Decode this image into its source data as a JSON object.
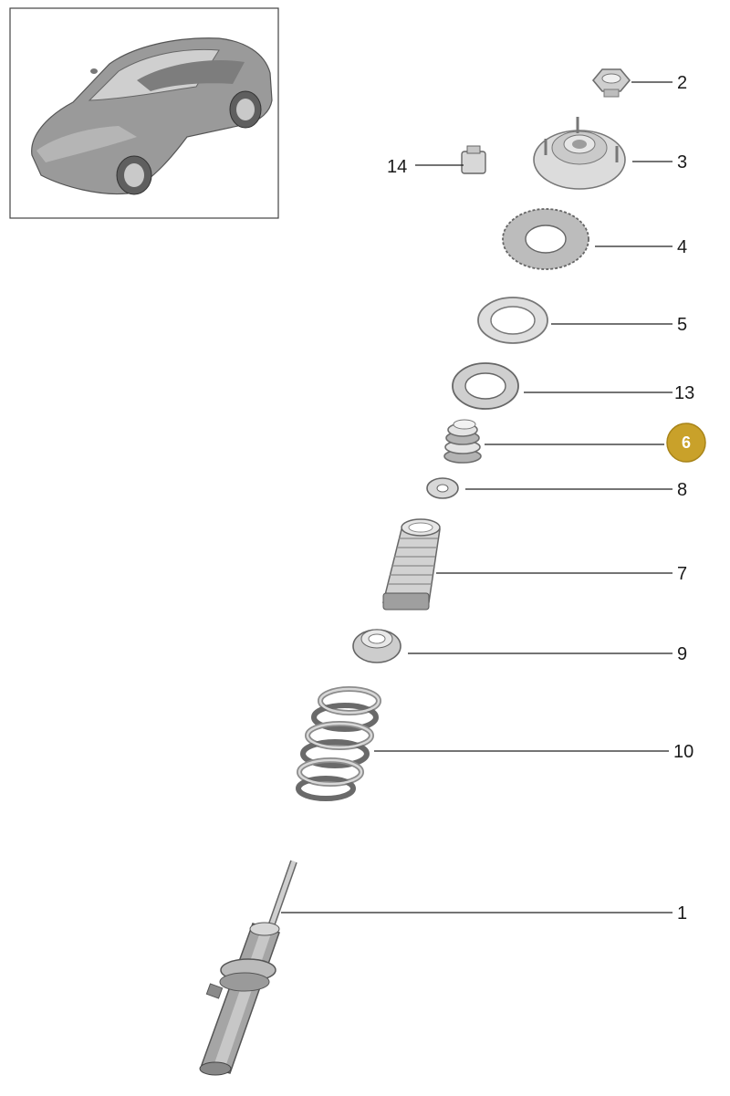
{
  "thumbnail": {
    "icon": "sports-car-icon"
  },
  "callouts": [
    {
      "id": "c2",
      "label": "2",
      "highlight": false
    },
    {
      "id": "c3",
      "label": "3",
      "highlight": false
    },
    {
      "id": "c14",
      "label": "14",
      "highlight": false
    },
    {
      "id": "c4",
      "label": "4",
      "highlight": false
    },
    {
      "id": "c5",
      "label": "5",
      "highlight": false
    },
    {
      "id": "c13",
      "label": "13",
      "highlight": false
    },
    {
      "id": "c6",
      "label": "6",
      "highlight": true
    },
    {
      "id": "c8",
      "label": "8",
      "highlight": false
    },
    {
      "id": "c7",
      "label": "7",
      "highlight": false
    },
    {
      "id": "c9",
      "label": "9",
      "highlight": false
    },
    {
      "id": "c10",
      "label": "10",
      "highlight": false
    },
    {
      "id": "c1",
      "label": "1",
      "highlight": false
    }
  ],
  "colors": {
    "highlight": "#c9a12a",
    "part_fill": "#d6d6d6",
    "line": "#222222"
  }
}
